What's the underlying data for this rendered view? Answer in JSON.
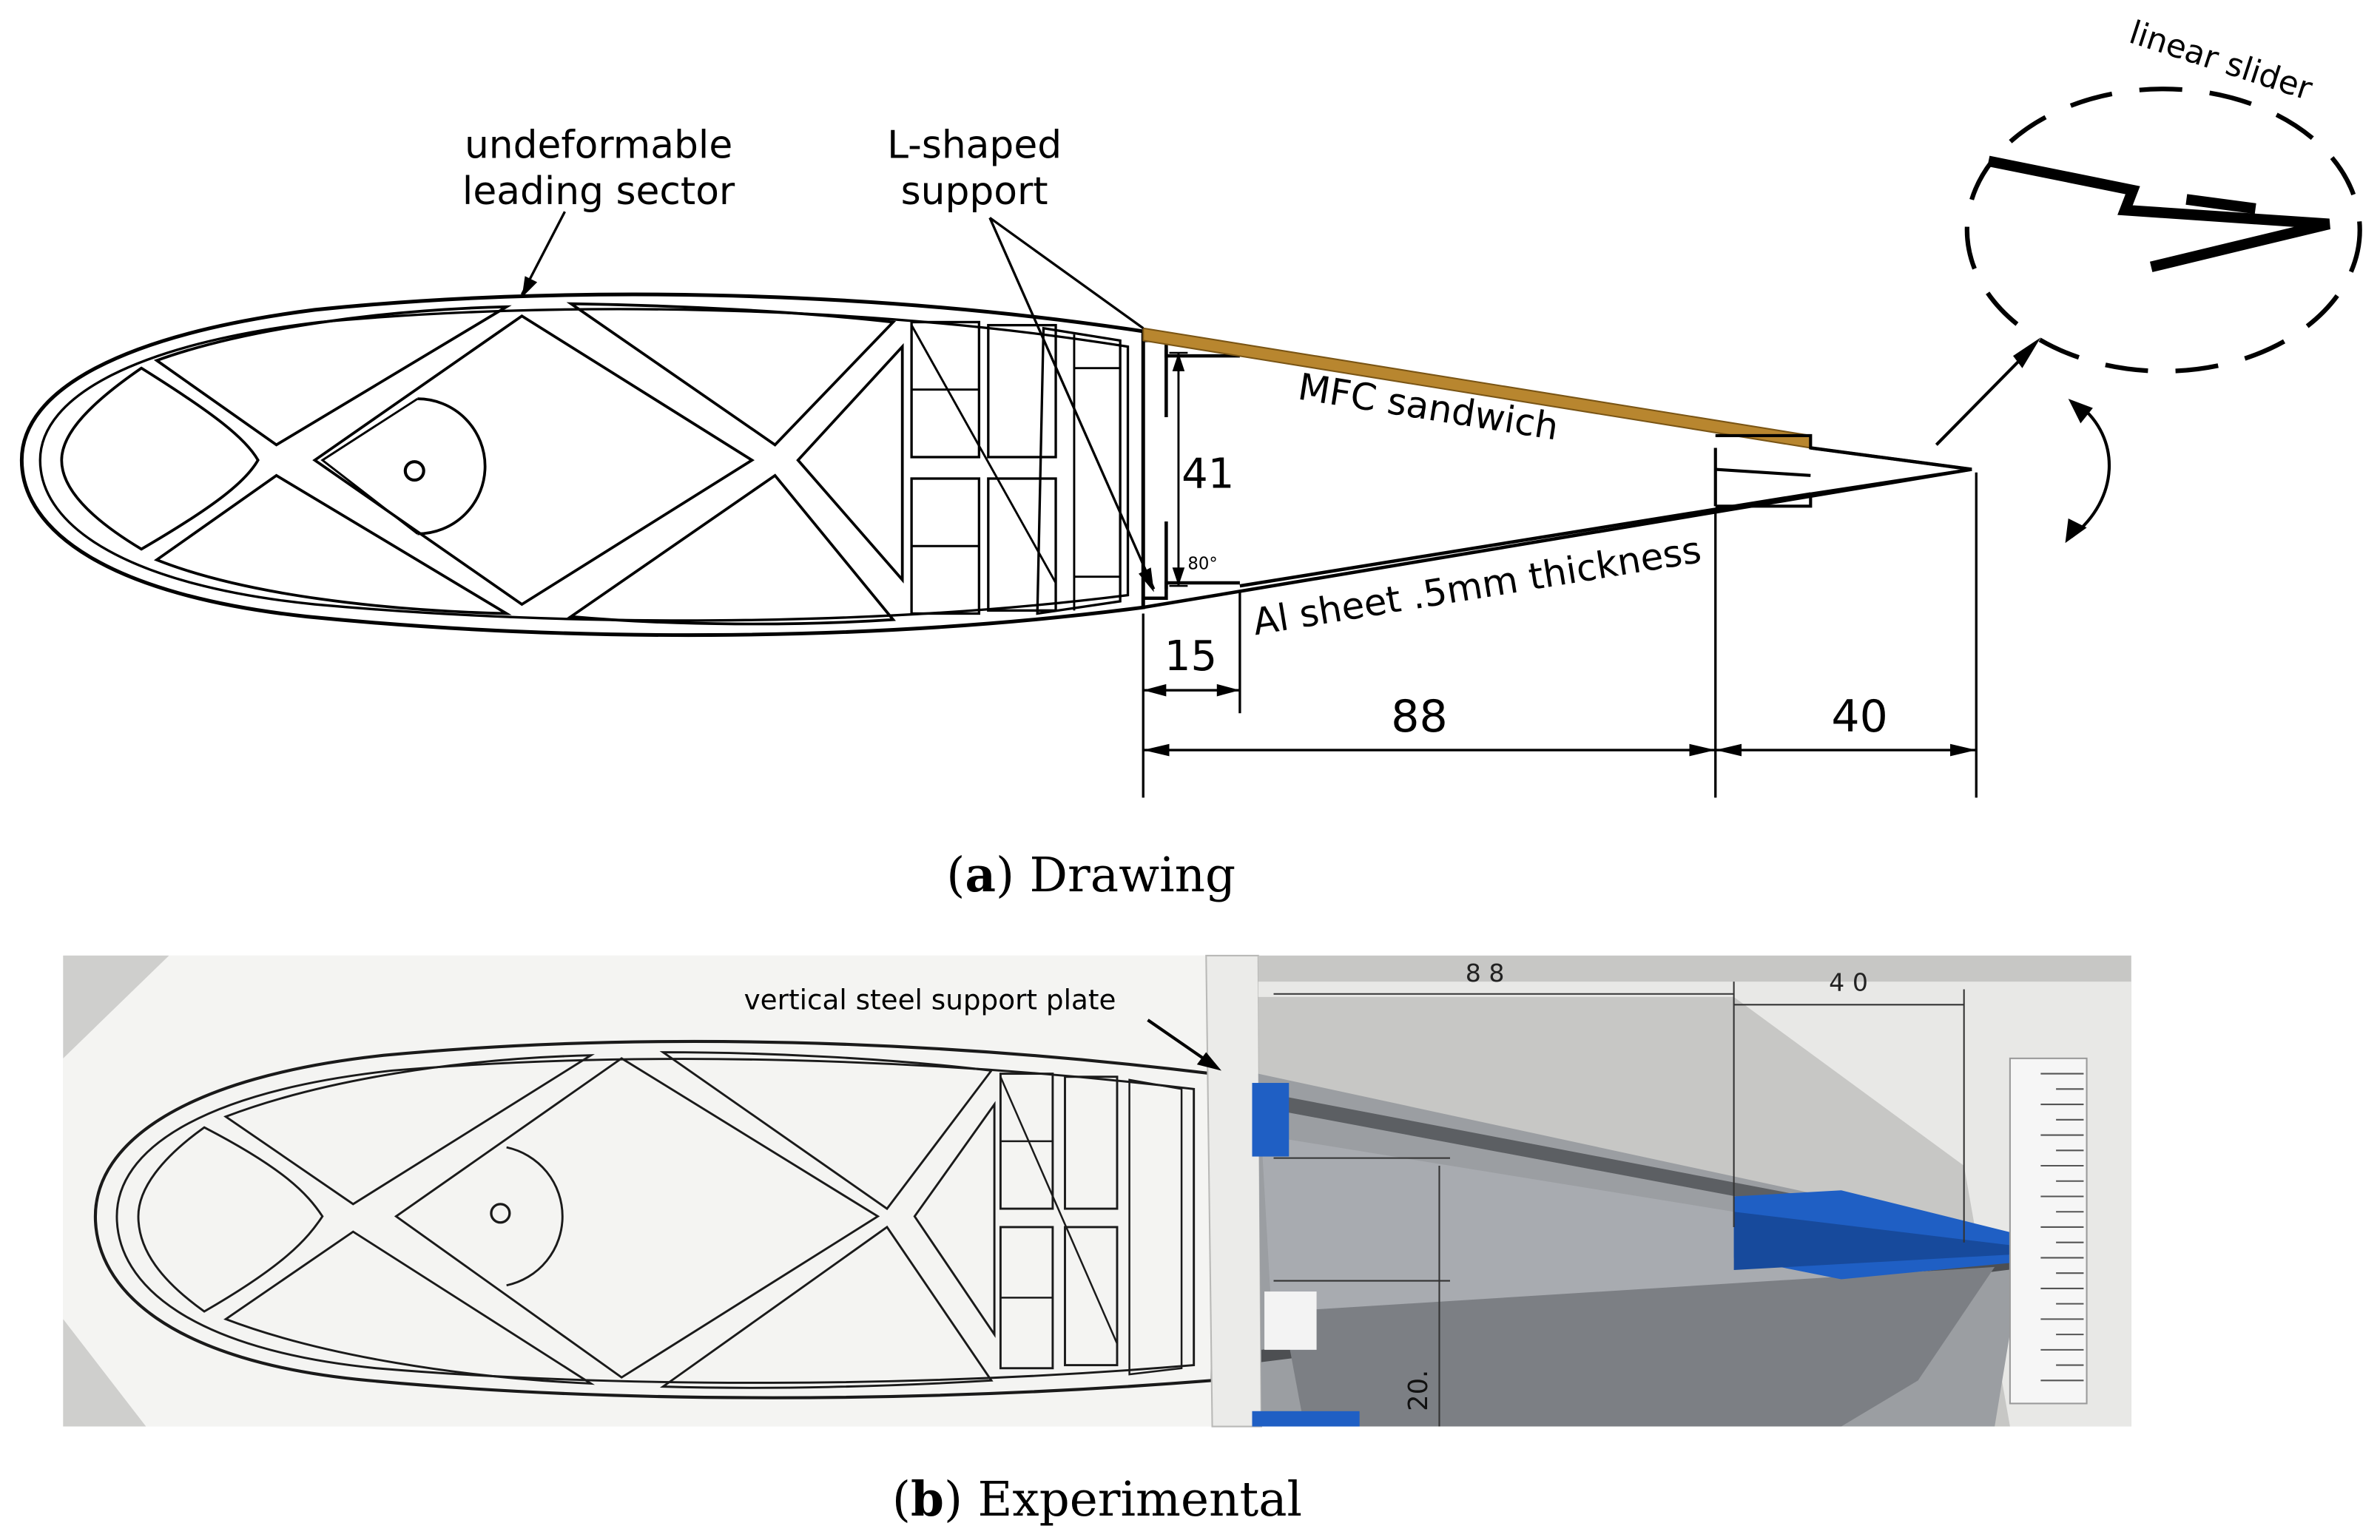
{
  "panel_a": {
    "label_leading": "undeformable",
    "label_leading2": "leading sector",
    "label_support": "L-shaped",
    "label_support2": "support",
    "label_slider": "linear slider",
    "label_mfc": "MFC sandwich",
    "label_al": "Al sheet .5mm thickness",
    "dim_41": "41",
    "dim_80": "80°",
    "dim_15": "15",
    "dim_88": "88",
    "dim_40": "40",
    "caption_letter": "a",
    "caption_text": " Drawing"
  },
  "panel_b": {
    "label_plate": "vertical steel support plate",
    "dim_88": "8 8",
    "dim_40": "4 0",
    "dim_side": "20.",
    "caption_letter": "b",
    "caption_text": " Experimental"
  },
  "colors": {
    "mfc": "#b8862f",
    "blue_part": "#1f5fc4",
    "photo_bg": "#d8d8d6",
    "metal": "#8f9296"
  }
}
